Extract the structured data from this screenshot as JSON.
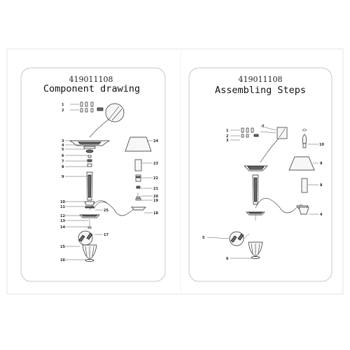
{
  "left_panel": {
    "code": "419011108",
    "title": "Component drawing",
    "labels": [
      "1",
      "2",
      "3",
      "4",
      "5",
      "6",
      "7",
      "8",
      "9",
      "10",
      "11",
      "12",
      "13",
      "14",
      "15",
      "16",
      "17",
      "18",
      "19",
      "20",
      "21",
      "22",
      "23",
      "24",
      "25"
    ]
  },
  "right_panel": {
    "code": "419011108",
    "title": "Assembling Steps",
    "labels": [
      "1",
      "2",
      "3",
      "4",
      "5",
      "6",
      "7",
      "8",
      "9",
      "10"
    ]
  },
  "colors": {
    "border": "#c8c8c8",
    "line": "#333333",
    "shade": "#6a6a6a"
  }
}
